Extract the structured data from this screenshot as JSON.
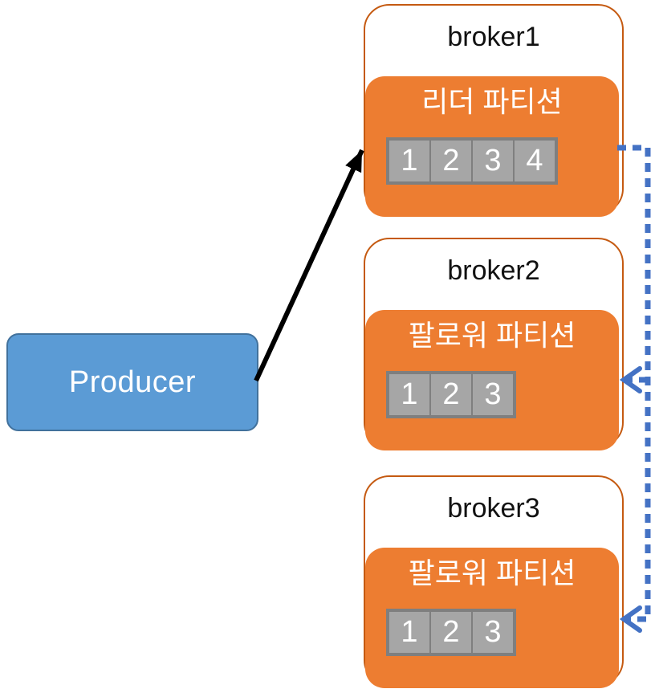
{
  "producer": {
    "label": "Producer"
  },
  "brokers": [
    {
      "title": "broker1",
      "partition_label": "리더 파티션",
      "partition_role": "leader",
      "cells": [
        "1",
        "2",
        "3",
        "4"
      ]
    },
    {
      "title": "broker2",
      "partition_label": "팔로워 파티션",
      "partition_role": "follower",
      "cells": [
        "1",
        "2",
        "3"
      ]
    },
    {
      "title": "broker3",
      "partition_label": "팔로워 파티션",
      "partition_role": "follower",
      "cells": [
        "1",
        "2",
        "3"
      ]
    }
  ],
  "arrows": {
    "produce": {
      "from": "producer",
      "to": "broker1-leader-partition",
      "style": "solid-black"
    },
    "replicate": [
      {
        "from": "broker1-leader-partition",
        "to": "broker2-follower-partition",
        "style": "dashed-blue"
      },
      {
        "from": "broker1-leader-partition",
        "to": "broker3-follower-partition",
        "style": "dashed-blue"
      }
    ]
  },
  "colors": {
    "producer_fill": "#5B9BD5",
    "producer_border": "#41719C",
    "partition_fill": "#ED7D31",
    "broker_border": "#C55A11",
    "cell_fill": "#A6A6A6",
    "cell_border": "#7F7F7F",
    "replicate_arrow": "#4472C4",
    "produce_arrow": "#000000"
  }
}
